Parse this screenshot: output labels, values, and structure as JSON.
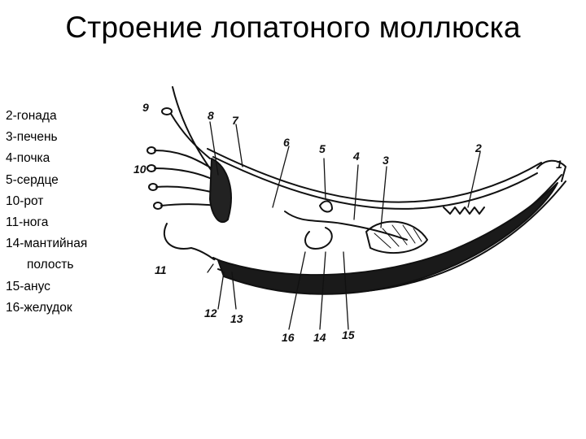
{
  "title": "Строение лопатоного моллюска",
  "legend": [
    "2-гонада",
    "3-печень",
    "4-почка",
    "5-сердце",
    "10-рот",
    "11-нога",
    "14-мантийная",
    "полость",
    "15-анус",
    "16-желудок"
  ],
  "diagram_labels": [
    "9",
    "8",
    "7",
    "6",
    "5",
    "4",
    "3",
    "2",
    "1",
    "10",
    "11",
    "12",
    "13",
    "16",
    "14",
    "15"
  ],
  "colors": {
    "ink": "#111111",
    "background": "#ffffff"
  }
}
